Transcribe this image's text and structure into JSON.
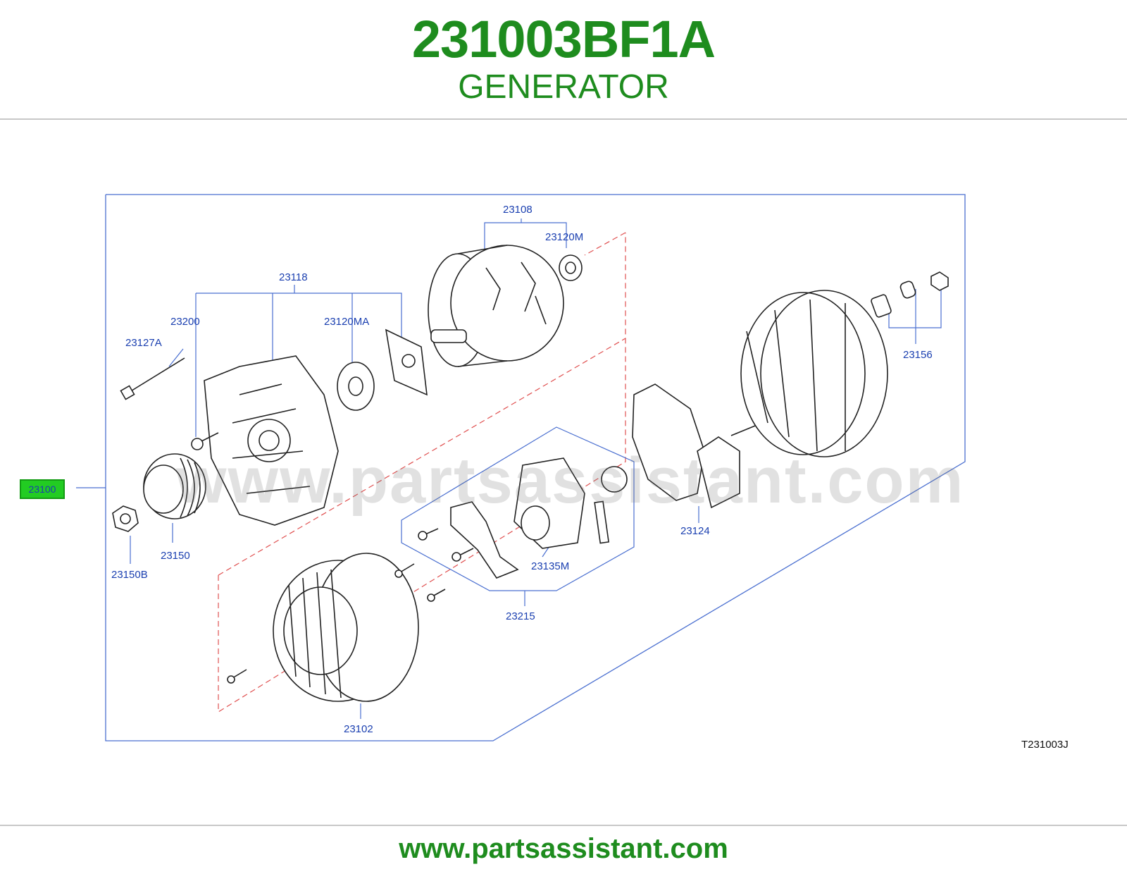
{
  "header": {
    "part_number": "231003BF1A",
    "part_name": "GENERATOR"
  },
  "footer": {
    "url": "www.partsassistant.com"
  },
  "watermark": "www.partsassistant.com",
  "diagram": {
    "main_ref": "23100",
    "figure_code": "T231003J",
    "callouts": {
      "c23108": "23108",
      "c23120M": "23120M",
      "c23118": "23118",
      "c23200": "23200",
      "c23120MA": "23120MA",
      "c23127A": "23127A",
      "c23156": "23156",
      "c23124": "23124",
      "c23150": "23150",
      "c23150B": "23150B",
      "c23135M": "23135M",
      "c23215": "23215",
      "c23102": "23102"
    },
    "colors": {
      "callout_text": "#1a3fb0",
      "leader_line": "#4a6fd0",
      "dashed": "#e05050",
      "drawing": "#222222",
      "brand_green": "#1e8c1e",
      "highlight": "#22cc22"
    }
  }
}
